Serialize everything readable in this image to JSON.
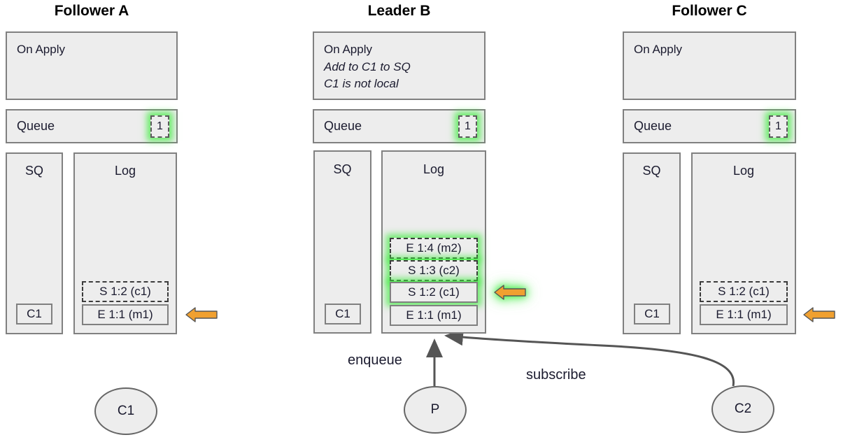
{
  "diagram": {
    "nodes": [
      {
        "title": "Follower A",
        "on_apply": {
          "heading": "On Apply",
          "notes": []
        },
        "queue": {
          "label": "Queue",
          "badge": "1",
          "badge_highlighted": true
        },
        "sq": {
          "label": "SQ",
          "items": [
            "C1"
          ]
        },
        "log": {
          "label": "Log",
          "entries": [
            {
              "text": "S 1:2 (c1)",
              "style": "dashed",
              "glow": false
            },
            {
              "text": "E 1:1 (m1)",
              "style": "solid",
              "glow": false
            }
          ]
        },
        "marker_arrow": {
          "icon": "left-arrow-icon",
          "glow": false
        }
      },
      {
        "title": "Leader B",
        "on_apply": {
          "heading": "On Apply",
          "notes": [
            "Add to C1 to SQ",
            "C1 is not local"
          ]
        },
        "queue": {
          "label": "Queue",
          "badge": "1",
          "badge_highlighted": true
        },
        "sq": {
          "label": "SQ",
          "items": [
            "C1"
          ]
        },
        "log": {
          "label": "Log",
          "entries": [
            {
              "text": "E 1:4 (m2)",
              "style": "dashed",
              "glow": true
            },
            {
              "text": "S 1:3 (c2)",
              "style": "dashed",
              "glow": true
            },
            {
              "text": "S 1:2 (c1)",
              "style": "solid",
              "glow": true
            },
            {
              "text": "E 1:1 (m1)",
              "style": "solid",
              "glow": false
            }
          ]
        },
        "marker_arrow": {
          "icon": "left-arrow-icon",
          "glow": true
        }
      },
      {
        "title": "Follower C",
        "on_apply": {
          "heading": "On Apply",
          "notes": []
        },
        "queue": {
          "label": "Queue",
          "badge": "1",
          "badge_highlighted": true
        },
        "sq": {
          "label": "SQ",
          "items": [
            "C1"
          ]
        },
        "log": {
          "label": "Log",
          "entries": [
            {
              "text": "S 1:2 (c1)",
              "style": "dashed",
              "glow": false
            },
            {
              "text": "E 1:1 (m1)",
              "style": "solid",
              "glow": false
            }
          ]
        },
        "marker_arrow": {
          "icon": "left-arrow-icon",
          "glow": false
        }
      }
    ],
    "actors": [
      {
        "id": "c1",
        "label": "C1"
      },
      {
        "id": "p",
        "label": "P"
      },
      {
        "id": "c2",
        "label": "C2"
      }
    ],
    "edges": [
      {
        "id": "enqueue",
        "label": "enqueue",
        "from": "p",
        "to": "leader-b-log"
      },
      {
        "id": "subscribe",
        "label": "subscribe",
        "from": "c2",
        "to": "leader-b-log"
      }
    ],
    "colors": {
      "box_fill": "#ededed",
      "box_border": "#808080",
      "arrow_orange": "#f0a030",
      "arrow_orange_border": "#555555",
      "glow_green": "#3ceb3c",
      "edge_gray": "#555555",
      "text": "#1b1b2f"
    }
  }
}
